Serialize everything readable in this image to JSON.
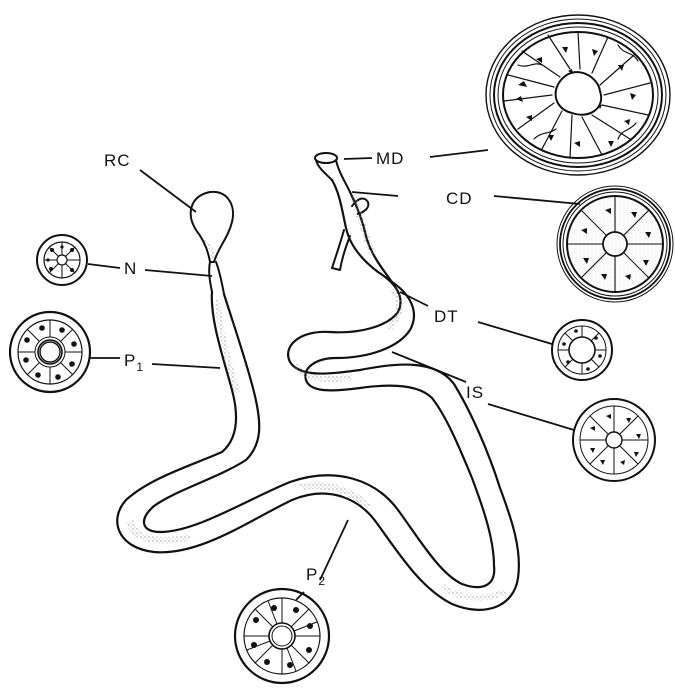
{
  "labels": {
    "rc": "RC",
    "n": "N",
    "p1_main": "P",
    "p1_sub": "1",
    "p2_main": "P",
    "p2_sub": "2",
    "md": "MD",
    "cd": "CD",
    "dt": "DT",
    "is": "IS"
  },
  "colors": {
    "ink": "#111111",
    "paper": "#ffffff",
    "stipple": "#9a9a9a"
  }
}
